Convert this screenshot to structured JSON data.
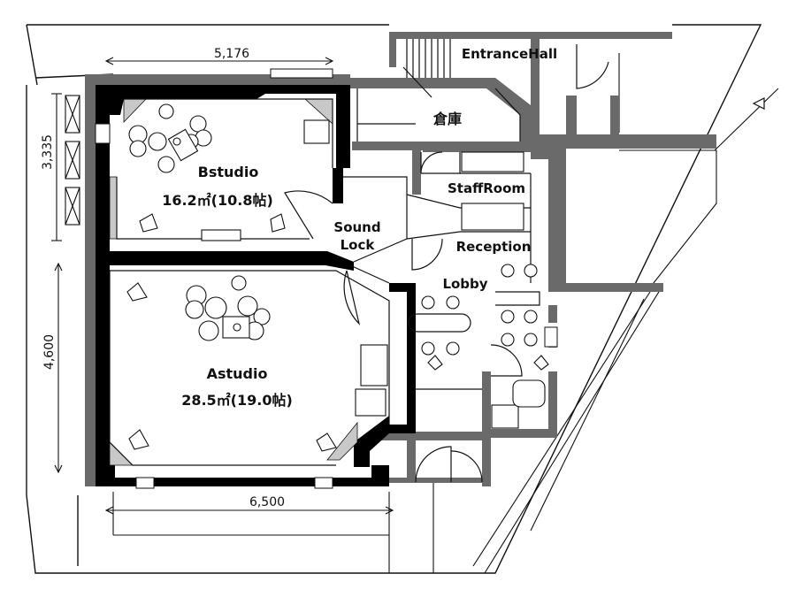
{
  "rooms": {
    "bstudio_name": "Bstudio",
    "bstudio_area": "16.2㎡(10.8帖)",
    "astudio_name": "Astudio",
    "astudio_area": "28.5㎡(19.0帖)",
    "sound_lock_1": "Sound",
    "sound_lock_2": "Lock",
    "entrance_hall": "EntranceHall",
    "storage": "倉庫",
    "staff_room": "StaffRoom",
    "reception": "Reception",
    "lobby": "Lobby"
  },
  "dimensions": {
    "top": "5,176",
    "left_upper": "3,335",
    "left_lower": "4,600",
    "bottom": "6,500"
  },
  "colors": {
    "wall": "#000000",
    "wall_gray": "#6a6a6a",
    "wall_light": "#9a9a9a",
    "line": "#111111"
  },
  "icons": {
    "north_marker": "triangle-marker"
  }
}
